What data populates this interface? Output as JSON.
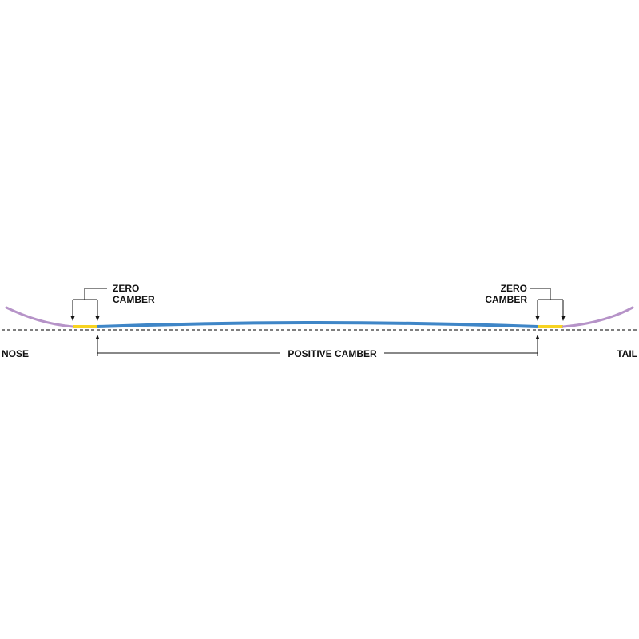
{
  "labels": {
    "nose": "NOSE",
    "tail": "TAIL",
    "positive_camber": "POSITIVE CAMBER",
    "zero_camber_left_line1": "ZERO",
    "zero_camber_left_line2": "CAMBER",
    "zero_camber_right_line1": "ZERO",
    "zero_camber_right_line2": "CAMBER"
  },
  "colors": {
    "rocker_tip": "#b693c8",
    "zero_camber": "#f7d321",
    "positive_camber": "#3f86c7",
    "baseline": "#333333",
    "annotation": "#111111"
  }
}
